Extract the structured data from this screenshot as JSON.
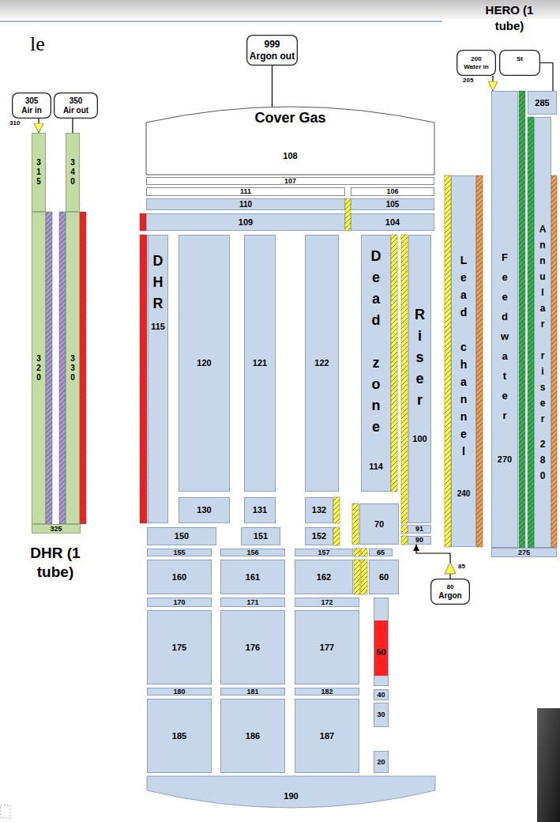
{
  "diagram": {
    "nodes": [
      {
        "text": [
          "305",
          "Air in"
        ]
      },
      {
        "text": [
          "350",
          "Air out"
        ]
      },
      {
        "text": [
          "315"
        ]
      },
      {
        "text": [
          "340"
        ]
      },
      {
        "text": [
          "320"
        ]
      },
      {
        "text": [
          "330"
        ]
      },
      {
        "text": [
          "325"
        ]
      },
      {
        "text": [
          "999",
          "Argon out"
        ]
      },
      {
        "text": [
          "Cover Gas",
          "108"
        ]
      },
      {
        "text": [
          "107"
        ]
      },
      {
        "text": [
          "111"
        ]
      },
      {
        "text": [
          "106"
        ]
      },
      {
        "text": [
          "110"
        ]
      },
      {
        "text": [
          "105"
        ]
      },
      {
        "text": [
          "109"
        ]
      },
      {
        "text": [
          "104"
        ]
      },
      {
        "text": [
          "DHR",
          "115"
        ]
      },
      {
        "text": [
          "120"
        ]
      },
      {
        "text": [
          "121"
        ]
      },
      {
        "text": [
          "122"
        ]
      },
      {
        "text": [
          "Dead zone",
          "114"
        ]
      },
      {
        "text": [
          "Riser",
          "100"
        ]
      },
      {
        "text": [
          "Lead channel",
          "240"
        ]
      },
      {
        "text": [
          "130"
        ]
      },
      {
        "text": [
          "131"
        ]
      },
      {
        "text": [
          "132"
        ]
      },
      {
        "text": [
          "70"
        ]
      },
      {
        "text": [
          "91"
        ]
      },
      {
        "text": [
          "90"
        ]
      },
      {
        "text": [
          "150"
        ]
      },
      {
        "text": [
          "151"
        ]
      },
      {
        "text": [
          "152"
        ]
      },
      {
        "text": [
          "155"
        ]
      },
      {
        "text": [
          "156"
        ]
      },
      {
        "text": [
          "157"
        ]
      },
      {
        "text": [
          "65"
        ]
      },
      {
        "text": [
          "160"
        ]
      },
      {
        "text": [
          "161"
        ]
      },
      {
        "text": [
          "162"
        ]
      },
      {
        "text": [
          "60"
        ]
      },
      {
        "text": [
          "170"
        ]
      },
      {
        "text": [
          "171"
        ]
      },
      {
        "text": [
          "172"
        ]
      },
      {
        "text": [
          "50"
        ]
      },
      {
        "text": [
          "175"
        ]
      },
      {
        "text": [
          "176"
        ]
      },
      {
        "text": [
          "177"
        ]
      },
      {
        "text": [
          "180"
        ]
      },
      {
        "text": [
          "181"
        ]
      },
      {
        "text": [
          "182"
        ]
      },
      {
        "text": [
          "40"
        ]
      },
      {
        "text": [
          "185"
        ]
      },
      {
        "text": [
          "186"
        ]
      },
      {
        "text": [
          "187"
        ]
      },
      {
        "text": [
          "30"
        ]
      },
      {
        "text": [
          "20"
        ]
      },
      {
        "text": [
          "190"
        ]
      },
      {
        "text": [
          "80",
          "Argon"
        ]
      },
      {
        "text": [
          "200",
          "Water in"
        ]
      },
      {
        "text": [
          "St"
        ]
      },
      {
        "text": [
          "285"
        ]
      },
      {
        "text": [
          "Feedwater",
          "270"
        ]
      },
      {
        "text": [
          "Annular riser",
          "280"
        ]
      },
      {
        "text": [
          "275"
        ]
      }
    ],
    "edges": [
      {
        "from": 0,
        "to": 2,
        "arrow": "to"
      },
      {
        "from": 3,
        "to": 1,
        "arrow": "none"
      },
      {
        "from": 7,
        "to": 8,
        "arrow": "none"
      },
      {
        "from": 57,
        "to": 28,
        "arrow": "to"
      },
      {
        "from": 58,
        "to": 61,
        "arrow": "to"
      },
      {
        "from": 60,
        "to": 59,
        "arrow": "none"
      }
    ],
    "labels": [
      "le",
      "310",
      "DHR (1 tube)",
      "85",
      "HERO (1 tube)",
      "205"
    ]
  }
}
